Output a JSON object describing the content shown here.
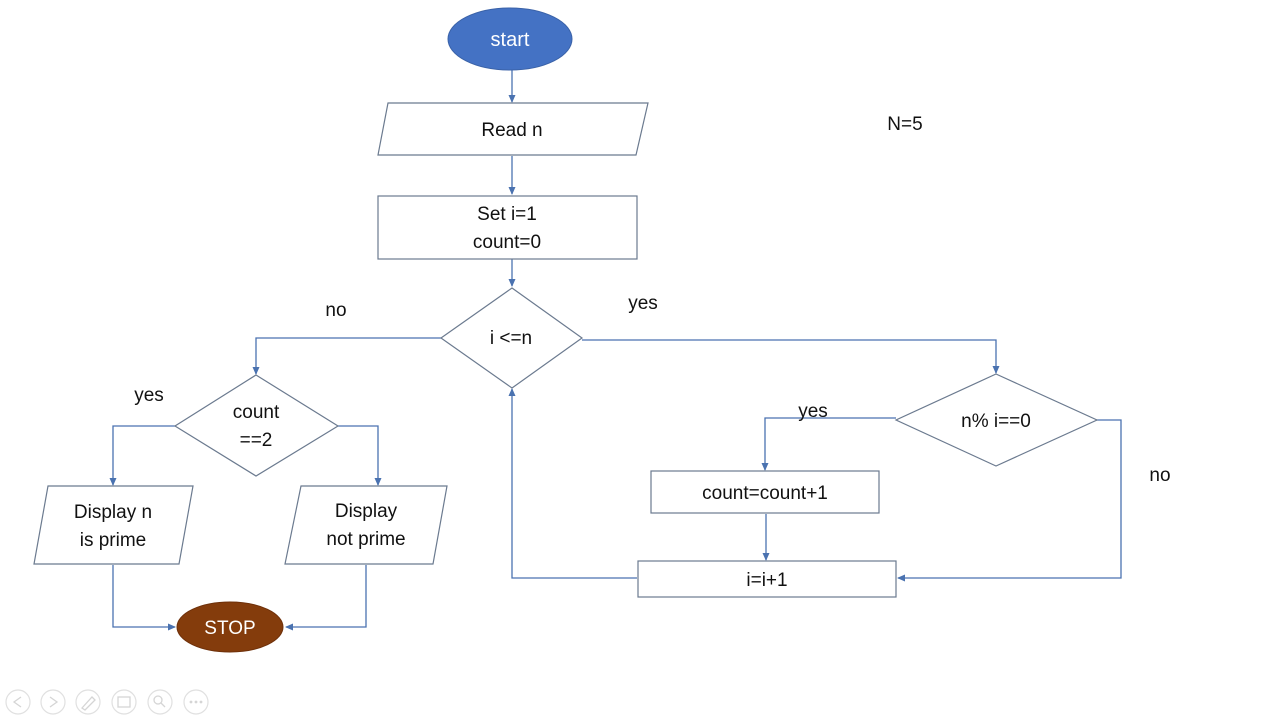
{
  "flowchart": {
    "start_label": "start",
    "read_label": "Read n",
    "set_label_line1": "Set i=1",
    "set_label_line2": "count=0",
    "loop_cond_label": "i <=n",
    "count_check_line1": "count",
    "count_check_line2": "==2",
    "mod_cond_label": "n% i==0",
    "increment_count_label": "count=count+1",
    "increment_i_label": "i=i+1",
    "prime_line1": "Display n",
    "prime_line2": "is prime",
    "not_prime_line1": "Display",
    "not_prime_line2": "not prime",
    "stop_label": "STOP"
  },
  "edge_labels": {
    "loop_no": "no",
    "loop_yes": "yes",
    "count_yes": "yes",
    "mod_yes": "yes",
    "mod_no": "no"
  },
  "note": "N=5",
  "colors": {
    "start_fill": "#4472c4",
    "stop_fill": "#843c0c",
    "connector": "#4a72b0",
    "shape_border": "#6b7a8f"
  },
  "player_controls": [
    "prev-icon",
    "next-icon",
    "pen-icon",
    "slides-icon",
    "zoom-icon",
    "more-icon"
  ]
}
